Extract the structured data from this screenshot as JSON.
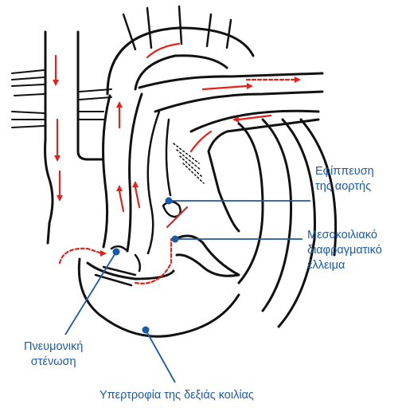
{
  "colors": {
    "line": "#111111",
    "arrow_red": "#e0231d",
    "leader_blue": "#1b5aa5",
    "label_blue": "#1b5aa5"
  },
  "labels": {
    "overriding_aorta_1": "Εφίππευση",
    "overriding_aorta_2": "της αορτής",
    "vsd_1": "Μεσοκοιλιακό",
    "vsd_2": "διαφραγματικό",
    "vsd_3": "έλλειμα",
    "pulmonary_stenosis_1": "Πνευμονική",
    "pulmonary_stenosis_2": "στένωση",
    "rv_hypertrophy": "Υπερτροφία της δεξιάς κοιλίας"
  }
}
